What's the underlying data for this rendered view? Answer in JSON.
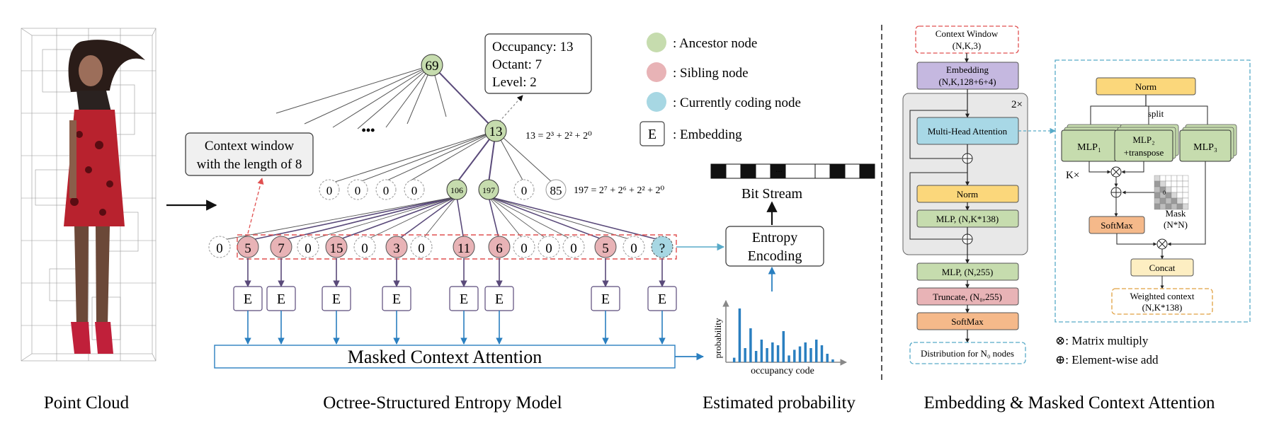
{
  "captions": {
    "point_cloud": "Point Cloud",
    "entropy_model": "Octree-Structured Entropy Model",
    "estimated_probability": "Estimated probability",
    "attention": "Embedding & Masked Context Attention"
  },
  "tree": {
    "root": "69",
    "ellipsis": "•••",
    "level2_node": "13",
    "info_box": [
      "Occupancy:  13",
      "Octant: 7",
      "Level:  2"
    ],
    "eq_13": "13 = 2³ + 2² + 2⁰",
    "eq_197": "197 = 2⁷ + 2⁶ + 2² + 2⁰",
    "level3": [
      "0",
      "0",
      "0",
      "0",
      "106",
      "197",
      "0",
      "85"
    ],
    "level4": [
      "0",
      "5",
      "7",
      "0",
      "15",
      "0",
      "3",
      "0",
      "11",
      "6",
      "0",
      "0",
      "0",
      "5",
      "0",
      "?"
    ],
    "context_window": [
      "Context window",
      "with the length of 8"
    ],
    "embedding_letter": "E",
    "masked_context_attention": "Masked Context Attention"
  },
  "legend": {
    "ancestor": ": Ancestor node",
    "sibling": ": Sibling node",
    "current": ": Currently coding node",
    "embedding_letter": "E",
    "embedding": ": Embedding"
  },
  "bitstream": {
    "ellipsis": "...",
    "label": "Bit Stream",
    "entropy_encoding": [
      "Entropy",
      "Encoding"
    ]
  },
  "histogram": {
    "ylabel": "probability",
    "xlabel": "occupancy code"
  },
  "chart_data": {
    "type": "bar",
    "title": "",
    "xlabel": "occupancy code",
    "ylabel": "probability",
    "values": [
      0.08,
      0.95,
      0.25,
      0.6,
      0.2,
      0.4,
      0.25,
      0.35,
      0.3,
      0.55,
      0.12,
      0.22,
      0.28,
      0.35,
      0.25,
      0.4,
      0.3,
      0.15,
      0.05
    ]
  },
  "attention": {
    "context_window": [
      "Context Window",
      "(N,K,3)"
    ],
    "embedding": [
      "Embedding",
      "(N,K,128+6+4)"
    ],
    "repeat": "2×",
    "multi_head": "Multi-Head Attention",
    "norm": "Norm",
    "mlp_inner": "MLP, (N,K*138)",
    "mlp_out": "MLP, (N,255)",
    "truncate": "Truncate, (N₀,255)",
    "softmax": "SoftMax",
    "distribution": "Distribution for N₀ nodes",
    "detail_norm": "Norm",
    "split": "split",
    "mlp1": "MLP₁",
    "mlp2": [
      "MLP₂",
      "+transpose"
    ],
    "mlp3": "MLP₃",
    "k_times": "K×",
    "mask_zero": "0",
    "mask": [
      "Mask",
      "(N*N)"
    ],
    "detail_softmax": "SoftMax",
    "concat": "Concat",
    "weighted": [
      "Weighted context",
      "(N,K*138)"
    ],
    "legend_matmul": "⊗: Matrix multiply",
    "legend_add": "⊕: Element-wise add"
  },
  "colors": {
    "ancestor": "#c6dcae",
    "sibling": "#e8b3b6",
    "current": "#a7d7e3",
    "purple_line": "#5a4a7a",
    "blue_arrow": "#2a7fc0",
    "red_dashed": "#e05050",
    "embedding_box": "#c5b8e0",
    "attention_box": "#a8d8e6",
    "norm_box": "#fbd77b",
    "mlp_box": "#c6dcae",
    "truncate_box": "#e8b3b6",
    "softmax_box": "#f5b98a",
    "concat_box": "#fdeec2"
  }
}
